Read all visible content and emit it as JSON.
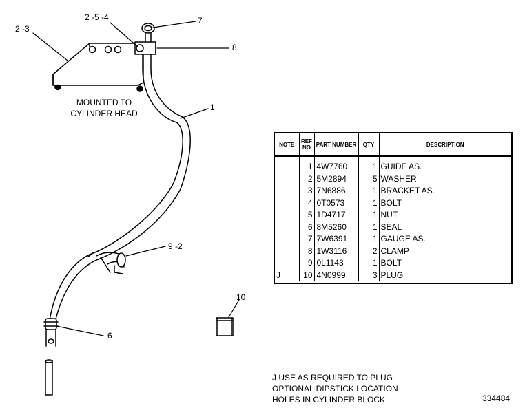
{
  "callouts": {
    "c23": "2 -3",
    "c254": "2 -5 -4",
    "c7": "7",
    "c8": "8",
    "c1": "1",
    "c92": "9 -2",
    "c6": "6",
    "c10": "10"
  },
  "mounted_note": {
    "line1": "MOUNTED TO",
    "line2": "CYLINDER HEAD"
  },
  "table": {
    "headers": {
      "note": "NOTE",
      "ref": "REF NO",
      "part": "PART NUMBER",
      "qty": "QTY",
      "desc": "DESCRIPTION"
    },
    "rows": [
      {
        "note": "",
        "ref": "1",
        "part": "4W7760",
        "qty": "1",
        "desc": "GUIDE AS."
      },
      {
        "note": "",
        "ref": "2",
        "part": "5M2894",
        "qty": "5",
        "desc": "WASHER"
      },
      {
        "note": "",
        "ref": "3",
        "part": "7N6886",
        "qty": "1",
        "desc": "BRACKET AS."
      },
      {
        "note": "",
        "ref": "4",
        "part": "0T0573",
        "qty": "1",
        "desc": "BOLT"
      },
      {
        "note": "",
        "ref": "5",
        "part": "1D4717",
        "qty": "1",
        "desc": "NUT"
      },
      {
        "note": "",
        "ref": "6",
        "part": "8M5260",
        "qty": "1",
        "desc": "SEAL"
      },
      {
        "note": "",
        "ref": "7",
        "part": "7W6391",
        "qty": "1",
        "desc": "GAUGE AS."
      },
      {
        "note": "",
        "ref": "8",
        "part": "1W3116",
        "qty": "2",
        "desc": "CLAMP"
      },
      {
        "note": "",
        "ref": "9",
        "part": "0L1143",
        "qty": "1",
        "desc": "BOLT"
      },
      {
        "note": "J",
        "ref": "10",
        "part": "4N0999",
        "qty": "3",
        "desc": "PLUG"
      }
    ]
  },
  "footnote": {
    "line1": "J USE AS REQUIRED TO PLUG",
    "line2": "OPTIONAL DIPSTICK LOCATION",
    "line3": "HOLES IN CYLINDER BLOCK"
  },
  "illustration_number": "334484"
}
